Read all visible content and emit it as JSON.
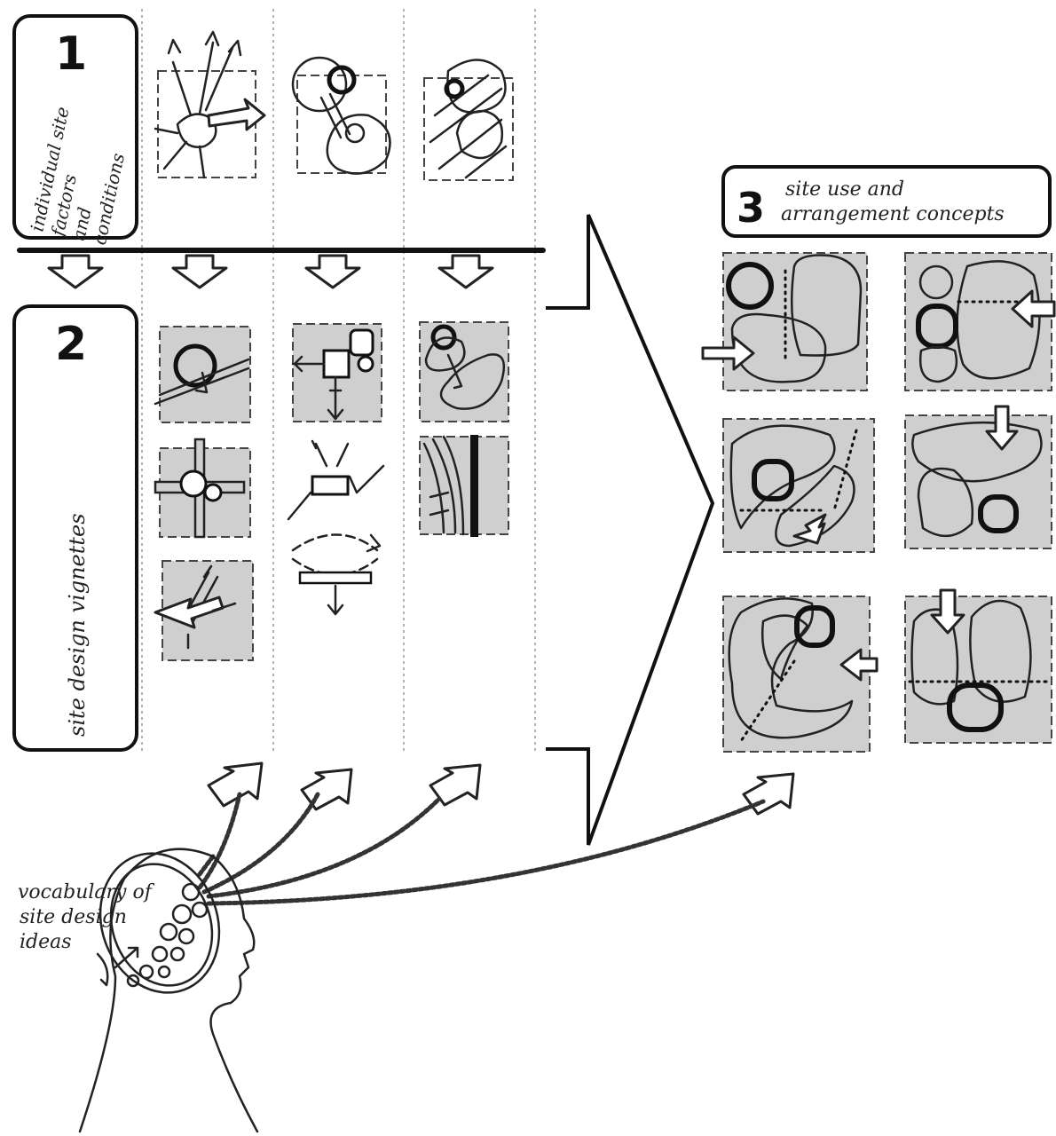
{
  "stage1": {
    "number": "1",
    "label_lines": [
      "individual site",
      "factors",
      "and",
      "conditions"
    ]
  },
  "stage2": {
    "number": "2",
    "label": "site design vignettes"
  },
  "stage3": {
    "number": "3",
    "label_lines": [
      "site use and",
      "arrangement concepts"
    ]
  },
  "vocabulary": {
    "label_lines": [
      "vocabulary of",
      "site design",
      "ideas"
    ]
  }
}
